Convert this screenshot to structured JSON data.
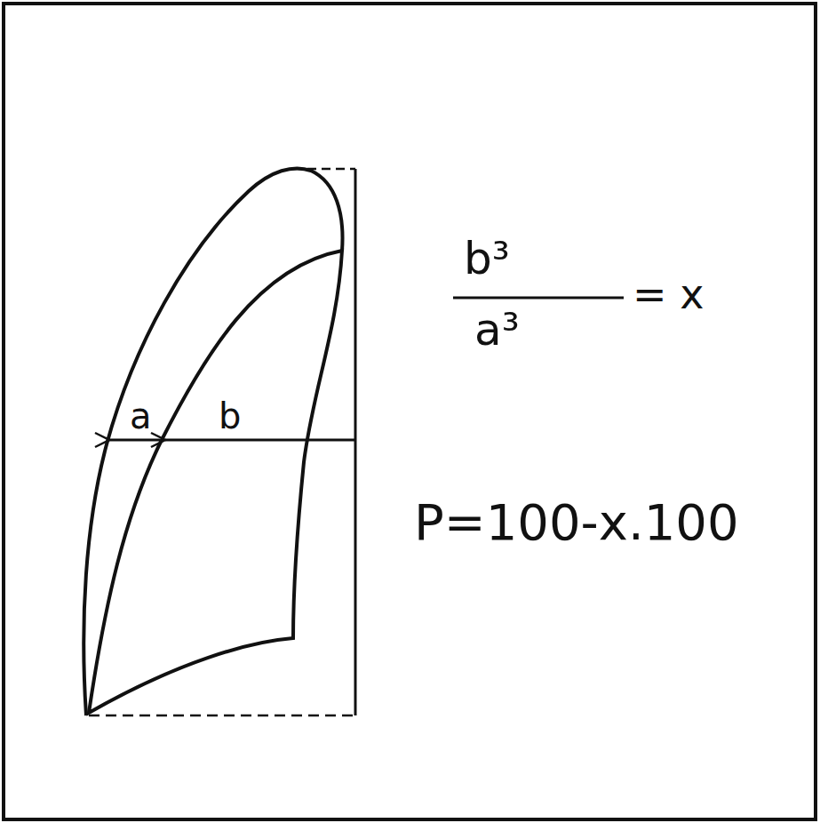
{
  "diagram": {
    "labels": [
      "a",
      "b",
      "b³",
      "a³",
      "= x",
      "P=100-x.100"
    ]
  }
}
